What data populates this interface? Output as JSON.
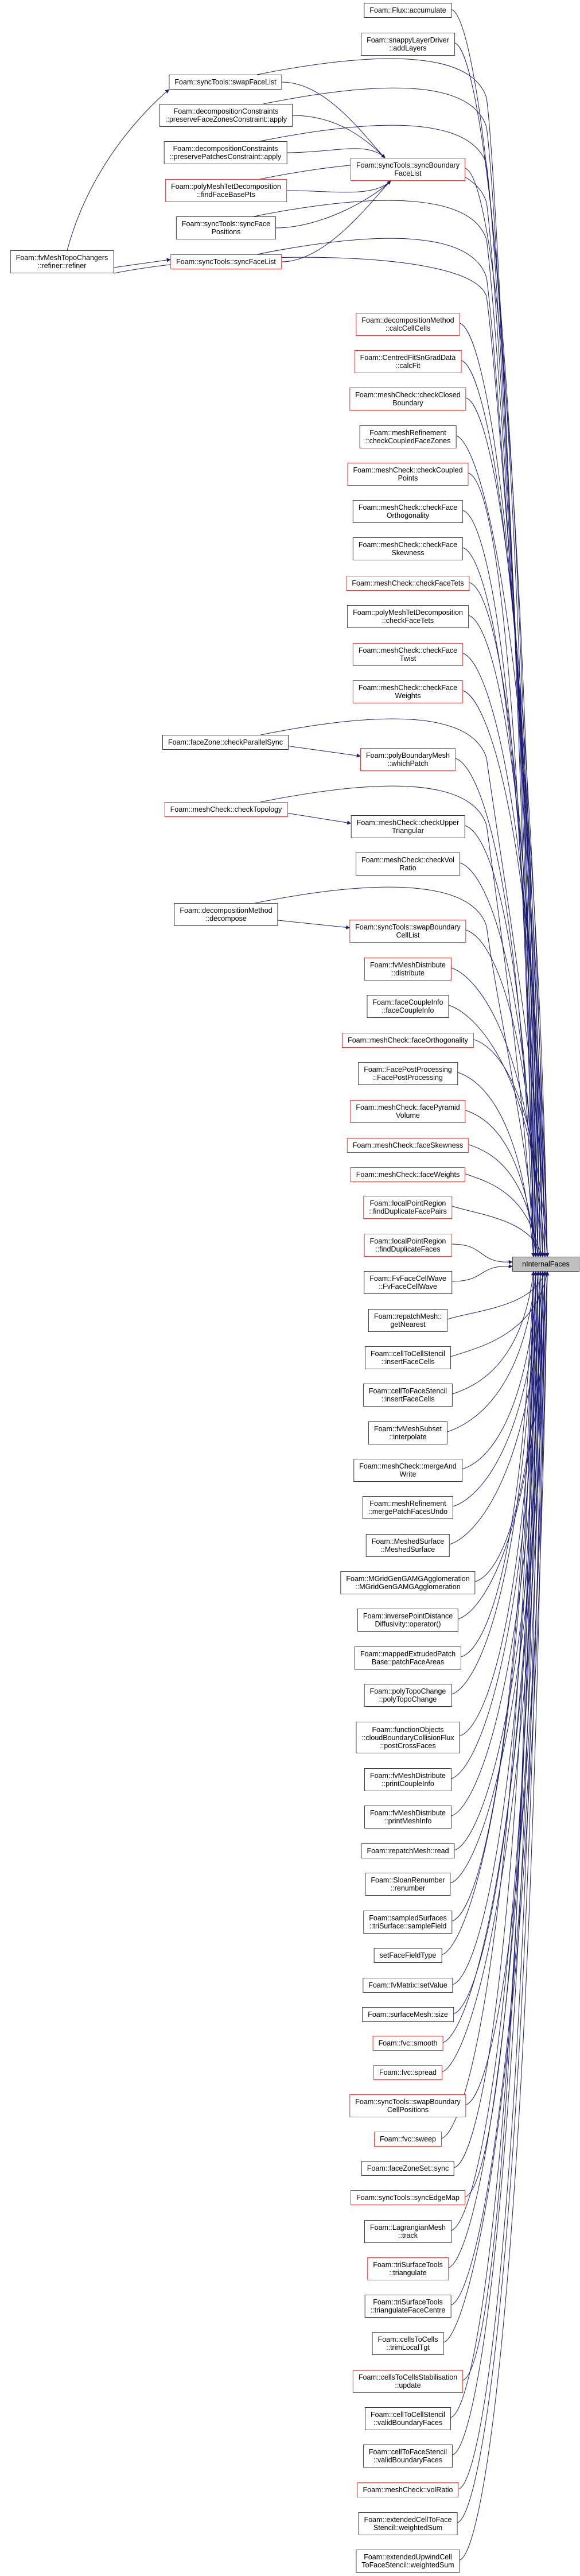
{
  "graph": {
    "edge_color": "#191970",
    "truncated_border_color": "#ff3030",
    "target": {
      "id": "target",
      "lines": [
        "nInternalFaces"
      ]
    },
    "callers_left": [
      {
        "id": "swapFaceList",
        "lines": [
          "Foam::syncTools::swapFaceList"
        ],
        "truncated": false
      },
      {
        "id": "preserveFaceZones",
        "lines": [
          "Foam::decompositionConstraints",
          "::preserveFaceZonesConstraint::apply"
        ],
        "truncated": false
      },
      {
        "id": "preservePatches",
        "lines": [
          "Foam::decompositionConstraints",
          "::preservePatchesConstraint::apply"
        ],
        "truncated": false
      },
      {
        "id": "findFaceBasePts",
        "lines": [
          "Foam::polyMeshTetDecomposition",
          "::findFaceBasePts"
        ],
        "truncated": true
      },
      {
        "id": "syncFacePositions",
        "lines": [
          "Foam::syncTools::syncFace",
          "Positions"
        ],
        "truncated": false
      },
      {
        "id": "syncFaceList",
        "lines": [
          "Foam::syncTools::syncFaceList"
        ],
        "truncated": true
      },
      {
        "id": "refiner",
        "lines": [
          "Foam::fvMeshTopoChangers",
          "::refiner::refiner"
        ],
        "truncated": false
      },
      {
        "id": "checkParallelSync",
        "lines": [
          "Foam::faceZone::checkParallelSync"
        ],
        "truncated": false
      },
      {
        "id": "checkTopology",
        "lines": [
          "Foam::meshCheck::checkTopology"
        ],
        "truncated": true
      },
      {
        "id": "decompose",
        "lines": [
          "Foam::decompositionMethod",
          "::decompose"
        ],
        "truncated": false
      }
    ],
    "callers_right": [
      {
        "id": "accumulate",
        "lines": [
          "Foam::Flux::accumulate"
        ],
        "truncated": false
      },
      {
        "id": "addLayers",
        "lines": [
          "Foam::snappyLayerDriver",
          "::addLayers"
        ],
        "truncated": false
      },
      {
        "id": "syncBoundaryFaceList",
        "lines": [
          "Foam::syncTools::syncBoundary",
          "FaceList"
        ],
        "truncated": true
      },
      {
        "id": "calcCellCells",
        "lines": [
          "Foam::decompositionMethod",
          "::calcCellCells"
        ],
        "truncated": true
      },
      {
        "id": "calcFit",
        "lines": [
          "Foam::CentredFitSnGradData",
          "::calcFit"
        ],
        "truncated": true
      },
      {
        "id": "checkClosedBoundary",
        "lines": [
          "Foam::meshCheck::checkClosed",
          "Boundary"
        ],
        "truncated": true
      },
      {
        "id": "checkCoupledFaceZones",
        "lines": [
          "Foam::meshRefinement",
          "::checkCoupledFaceZones"
        ],
        "truncated": false
      },
      {
        "id": "checkCoupledPoints",
        "lines": [
          "Foam::meshCheck::checkCoupled",
          "Points"
        ],
        "truncated": true
      },
      {
        "id": "checkFaceOrthogonality",
        "lines": [
          "Foam::meshCheck::checkFace",
          "Orthogonality"
        ],
        "truncated": false
      },
      {
        "id": "checkFaceSkewness",
        "lines": [
          "Foam::meshCheck::checkFace",
          "Skewness"
        ],
        "truncated": false
      },
      {
        "id": "checkFaceTets",
        "lines": [
          "Foam::meshCheck::checkFaceTets"
        ],
        "truncated": true
      },
      {
        "id": "tetCheckFaceTets",
        "lines": [
          "Foam::polyMeshTetDecomposition",
          "::checkFaceTets"
        ],
        "truncated": false
      },
      {
        "id": "checkFaceTwist",
        "lines": [
          "Foam::meshCheck::checkFace",
          "Twist"
        ],
        "truncated": true
      },
      {
        "id": "checkFaceWeights",
        "lines": [
          "Foam::meshCheck::checkFace",
          "Weights"
        ],
        "truncated": true
      },
      {
        "id": "whichPatch",
        "lines": [
          "Foam::polyBoundaryMesh",
          "::whichPatch"
        ],
        "truncated": true
      },
      {
        "id": "checkUpperTriangular",
        "lines": [
          "Foam::meshCheck::checkUpper",
          "Triangular"
        ],
        "truncated": false
      },
      {
        "id": "checkVolRatio",
        "lines": [
          "Foam::meshCheck::checkVol",
          "Ratio"
        ],
        "truncated": false
      },
      {
        "id": "swapBoundaryCellList",
        "lines": [
          "Foam::syncTools::swapBoundary",
          "CellList"
        ],
        "truncated": true
      },
      {
        "id": "distribute",
        "lines": [
          "Foam::fvMeshDistribute",
          "::distribute"
        ],
        "truncated": true
      },
      {
        "id": "faceCoupleInfo",
        "lines": [
          "Foam::faceCoupleInfo",
          "::faceCoupleInfo"
        ],
        "truncated": false
      },
      {
        "id": "faceOrthogonality",
        "lines": [
          "Foam::meshCheck::faceOrthogonality"
        ],
        "truncated": true
      },
      {
        "id": "FacePostProcessing",
        "lines": [
          "Foam::FacePostProcessing",
          "::FacePostProcessing"
        ],
        "truncated": false
      },
      {
        "id": "facePyramidVolume",
        "lines": [
          "Foam::meshCheck::facePyramid",
          "Volume"
        ],
        "truncated": true
      },
      {
        "id": "faceSkewness",
        "lines": [
          "Foam::meshCheck::faceSkewness"
        ],
        "truncated": true
      },
      {
        "id": "faceWeights",
        "lines": [
          "Foam::meshCheck::faceWeights"
        ],
        "truncated": true
      },
      {
        "id": "findDuplicateFacePairs",
        "lines": [
          "Foam::localPointRegion",
          "::findDuplicateFacePairs"
        ],
        "truncated": true
      },
      {
        "id": "findDuplicateFaces",
        "lines": [
          "Foam::localPointRegion",
          "::findDuplicateFaces"
        ],
        "truncated": true
      },
      {
        "id": "FvFaceCellWave",
        "lines": [
          "Foam::FvFaceCellWave",
          "::FvFaceCellWave"
        ],
        "truncated": false
      },
      {
        "id": "getNearest",
        "lines": [
          "Foam::repatchMesh::",
          "getNearest"
        ],
        "truncated": false
      },
      {
        "id": "c2cInsertFaceCells",
        "lines": [
          "Foam::cellToCellStencil",
          "::insertFaceCells"
        ],
        "truncated": false
      },
      {
        "id": "c2fInsertFaceCells",
        "lines": [
          "Foam::cellToFaceStencil",
          "::insertFaceCells"
        ],
        "truncated": false
      },
      {
        "id": "interpolate",
        "lines": [
          "Foam::fvMeshSubset",
          "::interpolate"
        ],
        "truncated": false
      },
      {
        "id": "mergeAndWrite",
        "lines": [
          "Foam::meshCheck::mergeAnd",
          "Write"
        ],
        "truncated": false
      },
      {
        "id": "mergePatchFacesUndo",
        "lines": [
          "Foam::meshRefinement",
          "::mergePatchFacesUndo"
        ],
        "truncated": false
      },
      {
        "id": "MeshedSurface",
        "lines": [
          "Foam::MeshedSurface",
          "::MeshedSurface"
        ],
        "truncated": false
      },
      {
        "id": "MGridGen",
        "lines": [
          "Foam::MGridGenGAMGAgglomeration",
          "::MGridGenGAMGAgglomeration"
        ],
        "truncated": false
      },
      {
        "id": "inverseDiffusivity",
        "lines": [
          "Foam::inversePointDistance",
          "Diffusivity::operator()"
        ],
        "truncated": false
      },
      {
        "id": "patchFaceAreas",
        "lines": [
          "Foam::mappedExtrudedPatch",
          "Base::patchFaceAreas"
        ],
        "truncated": false
      },
      {
        "id": "polyTopoChange",
        "lines": [
          "Foam::polyTopoChange",
          "::polyTopoChange"
        ],
        "truncated": false
      },
      {
        "id": "postCrossFaces",
        "lines": [
          "Foam::functionObjects",
          "::cloudBoundaryCollisionFlux",
          "::postCrossFaces"
        ],
        "truncated": false
      },
      {
        "id": "printCoupleInfo",
        "lines": [
          "Foam::fvMeshDistribute",
          "::printCoupleInfo"
        ],
        "truncated": false
      },
      {
        "id": "printMeshInfo",
        "lines": [
          "Foam::fvMeshDistribute",
          "::printMeshInfo"
        ],
        "truncated": false
      },
      {
        "id": "repatchRead",
        "lines": [
          "Foam::repatchMesh::read"
        ],
        "truncated": false
      },
      {
        "id": "renumber",
        "lines": [
          "Foam::SloanRenumber",
          "::renumber"
        ],
        "truncated": false
      },
      {
        "id": "sampleField",
        "lines": [
          "Foam::sampledSurfaces",
          "::triSurface::sampleField"
        ],
        "truncated": false
      },
      {
        "id": "setFaceFieldType",
        "lines": [
          "setFaceFieldType"
        ],
        "truncated": false
      },
      {
        "id": "setValue",
        "lines": [
          "Foam::fvMatrix::setValue"
        ],
        "truncated": false
      },
      {
        "id": "surfaceMeshSize",
        "lines": [
          "Foam::surfaceMesh::size"
        ],
        "truncated": false
      },
      {
        "id": "smooth",
        "lines": [
          "Foam::fvc::smooth"
        ],
        "truncated": true
      },
      {
        "id": "spread",
        "lines": [
          "Foam::fvc::spread"
        ],
        "truncated": true
      },
      {
        "id": "swapBoundaryCellPositions",
        "lines": [
          "Foam::syncTools::swapBoundary",
          "CellPositions"
        ],
        "truncated": true
      },
      {
        "id": "sweep",
        "lines": [
          "Foam::fvc::sweep"
        ],
        "truncated": true
      },
      {
        "id": "faceZoneSetSync",
        "lines": [
          "Foam::faceZoneSet::sync"
        ],
        "truncated": false
      },
      {
        "id": "syncEdgeMap",
        "lines": [
          "Foam::syncTools::syncEdgeMap"
        ],
        "truncated": true
      },
      {
        "id": "track",
        "lines": [
          "Foam::LagrangianMesh",
          "::track"
        ],
        "truncated": false
      },
      {
        "id": "triangulate",
        "lines": [
          "Foam::triSurfaceTools",
          "::triangulate"
        ],
        "truncated": true
      },
      {
        "id": "triangulateFaceCentre",
        "lines": [
          "Foam::triSurfaceTools",
          "::triangulateFaceCentre"
        ],
        "truncated": false
      },
      {
        "id": "trimLocalTgt",
        "lines": [
          "Foam::cellsToCells",
          "::trimLocalTgt"
        ],
        "truncated": false
      },
      {
        "id": "stabilisationUpdate",
        "lines": [
          "Foam::cellsToCellsStabilisation",
          "::update"
        ],
        "truncated": true
      },
      {
        "id": "c2cValidBoundaryFaces",
        "lines": [
          "Foam::cellToCellStencil",
          "::validBoundaryFaces"
        ],
        "truncated": false
      },
      {
        "id": "c2fValidBoundaryFaces",
        "lines": [
          "Foam::cellToFaceStencil",
          "::validBoundaryFaces"
        ],
        "truncated": false
      },
      {
        "id": "volRatio",
        "lines": [
          "Foam::meshCheck::volRatio"
        ],
        "truncated": true
      },
      {
        "id": "extendedWeightedSum",
        "lines": [
          "Foam::extendedCellToFace",
          "Stencil::weightedSum"
        ],
        "truncated": false
      },
      {
        "id": "upwindWeightedSum",
        "lines": [
          "Foam::extendedUpwindCell",
          "ToFaceStencil::weightedSum"
        ],
        "truncated": false
      }
    ],
    "edges": [
      [
        "refiner",
        "swapFaceList"
      ],
      [
        "refiner",
        "syncFaceList"
      ],
      [
        "refiner",
        "target"
      ],
      [
        "swapFaceList",
        "syncBoundaryFaceList"
      ],
      [
        "swapFaceList",
        "target"
      ],
      [
        "preserveFaceZones",
        "syncBoundaryFaceList"
      ],
      [
        "preserveFaceZones",
        "target"
      ],
      [
        "preservePatches",
        "syncBoundaryFaceList"
      ],
      [
        "preservePatches",
        "target"
      ],
      [
        "findFaceBasePts",
        "syncBoundaryFaceList"
      ],
      [
        "findFaceBasePts",
        "target"
      ],
      [
        "syncFacePositions",
        "syncBoundaryFaceList"
      ],
      [
        "syncFacePositions",
        "target"
      ],
      [
        "syncFaceList",
        "syncBoundaryFaceList"
      ],
      [
        "syncFaceList",
        "target"
      ],
      [
        "checkParallelSync",
        "whichPatch"
      ],
      [
        "checkParallelSync",
        "target"
      ],
      [
        "checkTopology",
        "checkUpperTriangular"
      ],
      [
        "checkTopology",
        "target"
      ],
      [
        "decompose",
        "swapBoundaryCellList"
      ],
      [
        "decompose",
        "target"
      ]
    ]
  }
}
